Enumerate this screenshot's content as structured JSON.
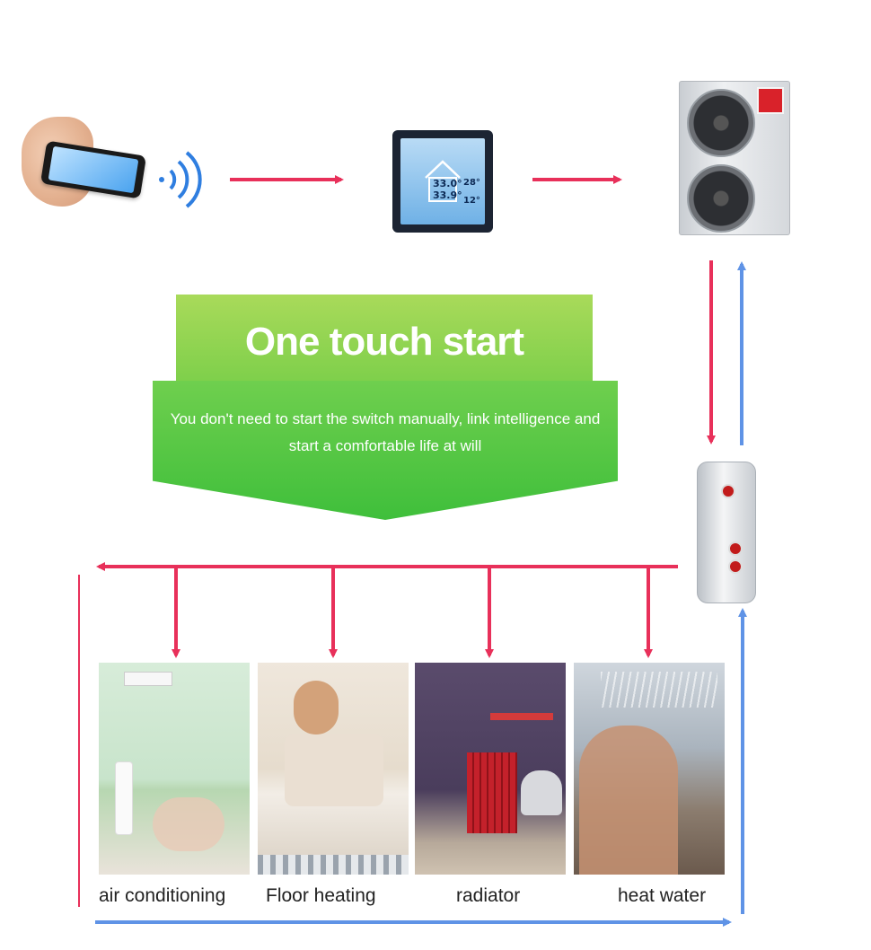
{
  "banner": {
    "title": "One touch start",
    "line1": "You don't need to start the switch manually, link intelligence and",
    "line2": "start a comfortable life at will"
  },
  "thermostat": {
    "reading1": "33.0°",
    "reading2": "33.9°",
    "reading3": "28°",
    "reading4": "12°"
  },
  "applications": [
    {
      "label": "air conditioning"
    },
    {
      "label": "Floor heating"
    },
    {
      "label": "radiator"
    },
    {
      "label": "heat water"
    }
  ],
  "colors": {
    "supply_arrow": "#e8305a",
    "return_arrow": "#5f93e6",
    "banner_green": "#5cc84a"
  }
}
